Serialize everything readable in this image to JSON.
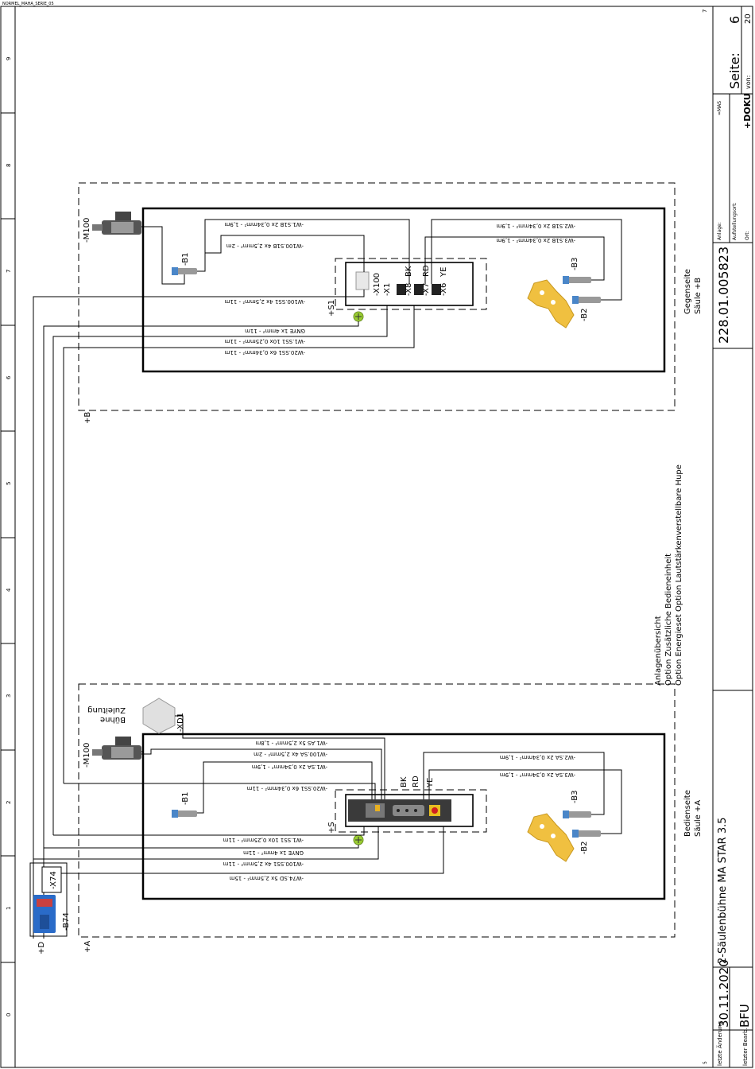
{
  "header": {
    "top_left": "NORMEL_MAHA_SERIE_05",
    "top_right_number": "7",
    "bottom_left_number": "5"
  },
  "grid": [
    "0",
    "1",
    "2",
    "3",
    "4",
    "5",
    "6",
    "7",
    "8",
    "9"
  ],
  "title_block": {
    "last_change_label": "letzte Änderung",
    "last_change_date": "30.11.2020",
    "last_editor_label": "letzter Bearb.",
    "last_editor": "BFU",
    "title": "2-Säulenbühne MA STAR 3.5",
    "description": [
      "Anlagenübersicht",
      "Option Zusätzliche Bedieneinheit",
      "Option Energieset Option Lautstärkenverstellbare Hupe"
    ],
    "drawing_number": "228.01.005823",
    "anlage_label": "Anlage:",
    "anlage_value": "=MAS",
    "aufstellungsort_label": "Aufstellungsort:",
    "ort_label": "Ort:",
    "ort_value": "+DOKU",
    "page_label": "Seite:",
    "page_value": "6",
    "of_label": "von:",
    "of_value": "20"
  },
  "gegenseite": {
    "loc": "+B",
    "title": "Gegenseite",
    "subtitle": "Säule +B",
    "motor": "-M100",
    "b1": "-B1",
    "b2": "-B2",
    "b3": "-B3",
    "connector": "-X100",
    "x1": "-X1",
    "x8": "-X8",
    "x7": "-X7",
    "x6": "-X6",
    "bk": "BK",
    "rd": "RD",
    "ye": "YE",
    "s1": "+S1",
    "cables": {
      "w1s1b": "-W1.S1B 2x 0,34mm² - 1,9m",
      "w100s1b": "-W100.S1B 4x 2,5mm² - 2m",
      "w2s1b": "-W2.S1B 2x 0,34mm² - 1,9m",
      "w3s1b": "-W3.S1B 2x 0,34mm² - 1,9m",
      "w100ss1": "-W100.SS1 4x 2,5mm² - 11m",
      "gnye": "GNYE 1x 4mm² - 11m",
      "w1ss1": "-W1.SS1 10x 0,25mm² - 11m",
      "w20ss1": "-W20.SS1 6x 0,34mm² - 11m"
    }
  },
  "bedienseite": {
    "loc": "+A",
    "loc_d": "+D",
    "title": "Bedienseite",
    "subtitle": "Säule +A",
    "motor": "-M100",
    "b1": "-B1",
    "b2": "-B2",
    "b3": "-B3",
    "xd1": "-XD1",
    "zuleitung1": "Zuleitung",
    "zuleitung2": "Bühne",
    "x74": "-X74",
    "b74": "-B74",
    "s": "+S",
    "bk": "BK",
    "rd": "RD",
    "ye": "YE",
    "cables": {
      "w1as": "-W1.AS 5x 2,5mm² - 1,8m",
      "w100sa": "-W100.SA 4x 2,5mm² - 2m",
      "w1sa": "-W1.SA 2x 0,34mm² - 1,9m",
      "w20ss1": "-W20.SS1 6x 0,34mm² - 11m",
      "w2sa": "-W2.SA 2x 0,34mm² - 1,9m",
      "w3sa": "-W3.SA 2x 0,34mm² - 1,9m",
      "w1ss1": "-W1.SS1 10x 0,25mm² - 11m",
      "gnye": "GNYE 1x 4mm² - 11m",
      "w100ss1": "-W100.SS1 4x 2,5mm² - 11m",
      "w74sd": "-W74.SD 5x 2,5mm² - 15m"
    }
  }
}
